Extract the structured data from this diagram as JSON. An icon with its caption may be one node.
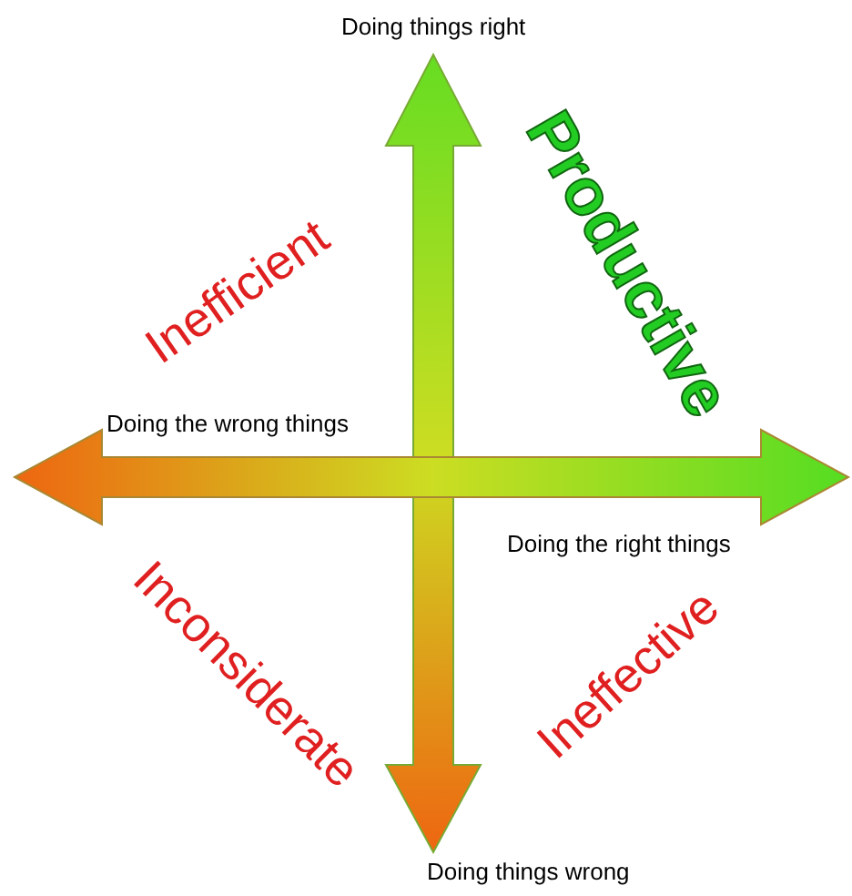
{
  "diagram": {
    "labels": [
      "Doing things right",
      "Inefficient",
      "Productive",
      "Doing the wrong things",
      "Doing the right things",
      "Inconsiderate",
      "Ineffective",
      "Doing things wrong"
    ]
  }
}
